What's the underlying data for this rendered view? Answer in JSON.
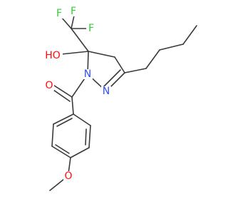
{
  "molecule": {
    "atoms": {
      "f_top_left": {
        "text": "F",
        "color": "#33cc33"
      },
      "f_top": {
        "text": "F",
        "color": "#33cc33"
      },
      "f_right": {
        "text": "F",
        "color": "#33cc33"
      },
      "hydroxyl": {
        "text": "HO",
        "color": "#ff0d0d"
      },
      "n1": {
        "text": "N",
        "color": "#3050f8"
      },
      "n2": {
        "text": "N",
        "color": "#3050f8"
      },
      "carbonyl_o": {
        "text": "O",
        "color": "#ff0d0d"
      },
      "methoxy_o": {
        "text": "O",
        "color": "#ff0d0d"
      }
    },
    "bond_color": "#3a3a3a",
    "background_color": "#ffffff"
  }
}
